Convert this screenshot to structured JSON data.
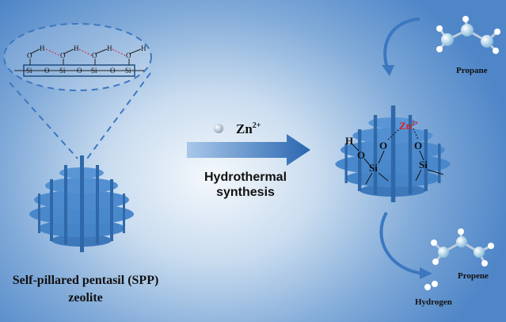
{
  "left": {
    "title_line1": "Self-pillared pentasil (SPP)",
    "title_line2": "zeolite",
    "inset": {
      "h": "H",
      "o": "O",
      "si": "Si"
    }
  },
  "middle": {
    "ion": "Zn",
    "charge": "2+",
    "line1": "Hydrothermal",
    "line2": "synthesis"
  },
  "right": {
    "h": "H",
    "o": "O",
    "si": "Si",
    "zn": "Zn",
    "zn_charge": "2+",
    "propane": "Propane",
    "propene": "Propene",
    "hydrogen": "Hydrogen"
  },
  "colors": {
    "zeolite": "#3f7fc4",
    "arrow": "#2f6db3",
    "zn": "#e02020",
    "hbond": "#d04060"
  }
}
